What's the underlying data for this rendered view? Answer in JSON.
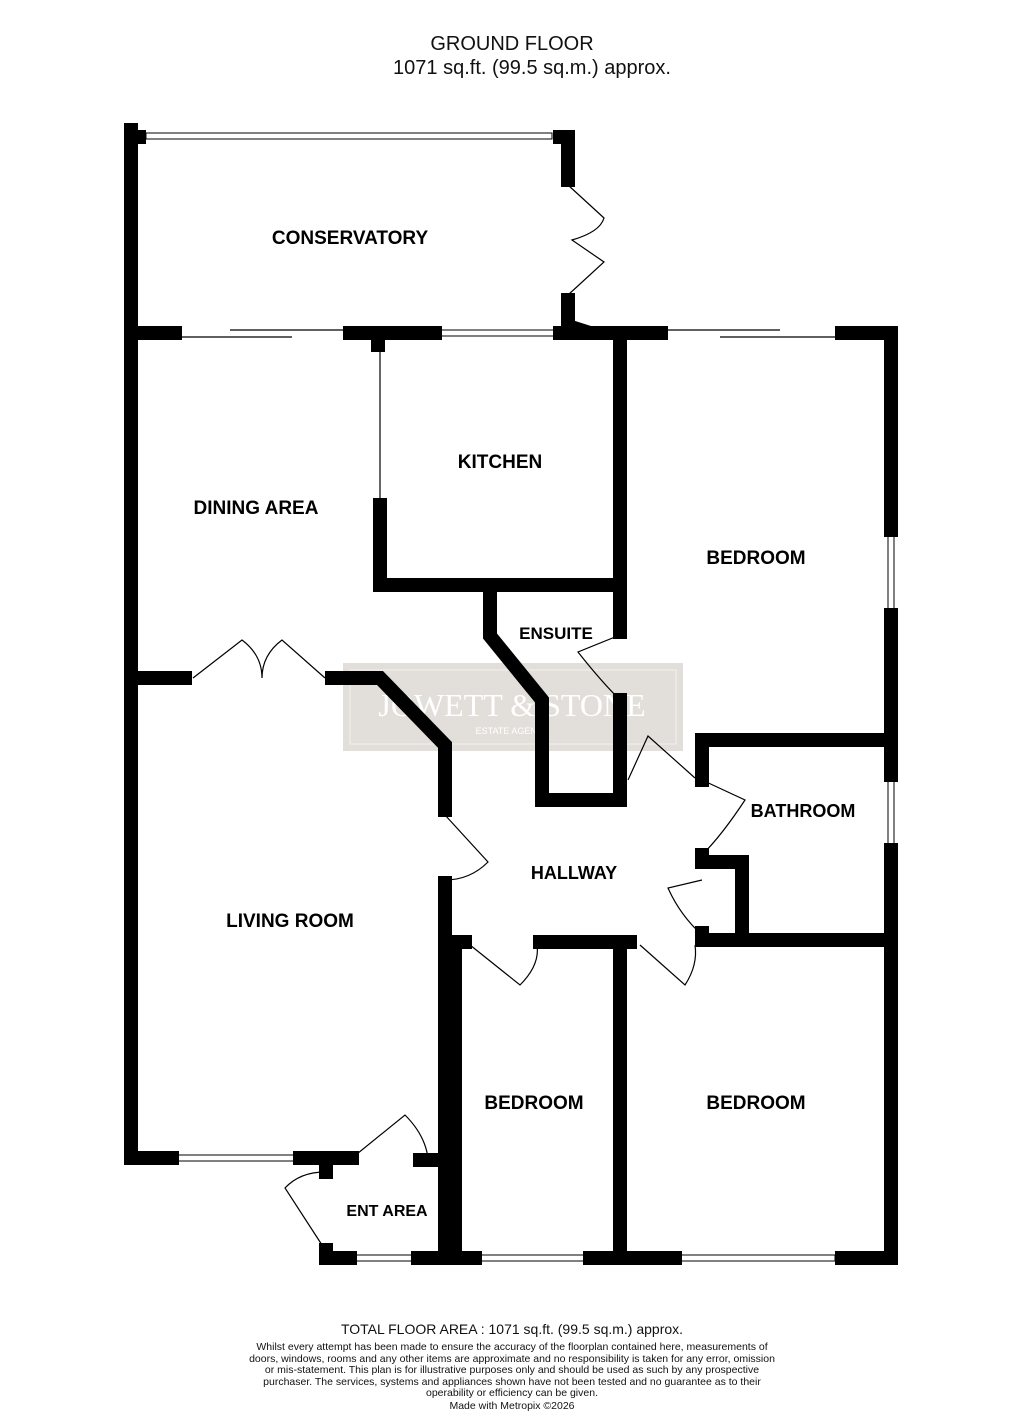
{
  "header": {
    "floor": "GROUND FLOOR",
    "area": "1071 sq.ft. (99.5 sq.m.) approx."
  },
  "rooms": {
    "conservatory": "CONSERVATORY",
    "dining": "DINING AREA",
    "kitchen": "KITCHEN",
    "bedroom_master": "BEDROOM",
    "ensuite": "ENSUITE",
    "bathroom": "BATHROOM",
    "hallway": "HALLWAY",
    "living": "LIVING ROOM",
    "bedroom_2": "BEDROOM",
    "bedroom_3": "BEDROOM",
    "entrance": "ENT AREA"
  },
  "watermark": {
    "name": "JOWETT & STONE",
    "sub": "ESTATE AGENTS",
    "color": "#e2dfdb"
  },
  "footer": {
    "total": "TOTAL FLOOR AREA : 1071 sq.ft. (99.5 sq.m.) approx.",
    "disclaimer": "Whilst every attempt has been made to ensure the accuracy of the floorplan contained here, measurements of doors, windows, rooms and any other items are approximate and no responsibility is taken for any error, omission or mis-statement. This plan is for illustrative purposes only and should be used as such by any prospective purchaser. The services, systems and appliances shown have not been tested and no guarantee as to their operability or efficiency can be given.",
    "credit": "Made with Metropix ©2026"
  }
}
